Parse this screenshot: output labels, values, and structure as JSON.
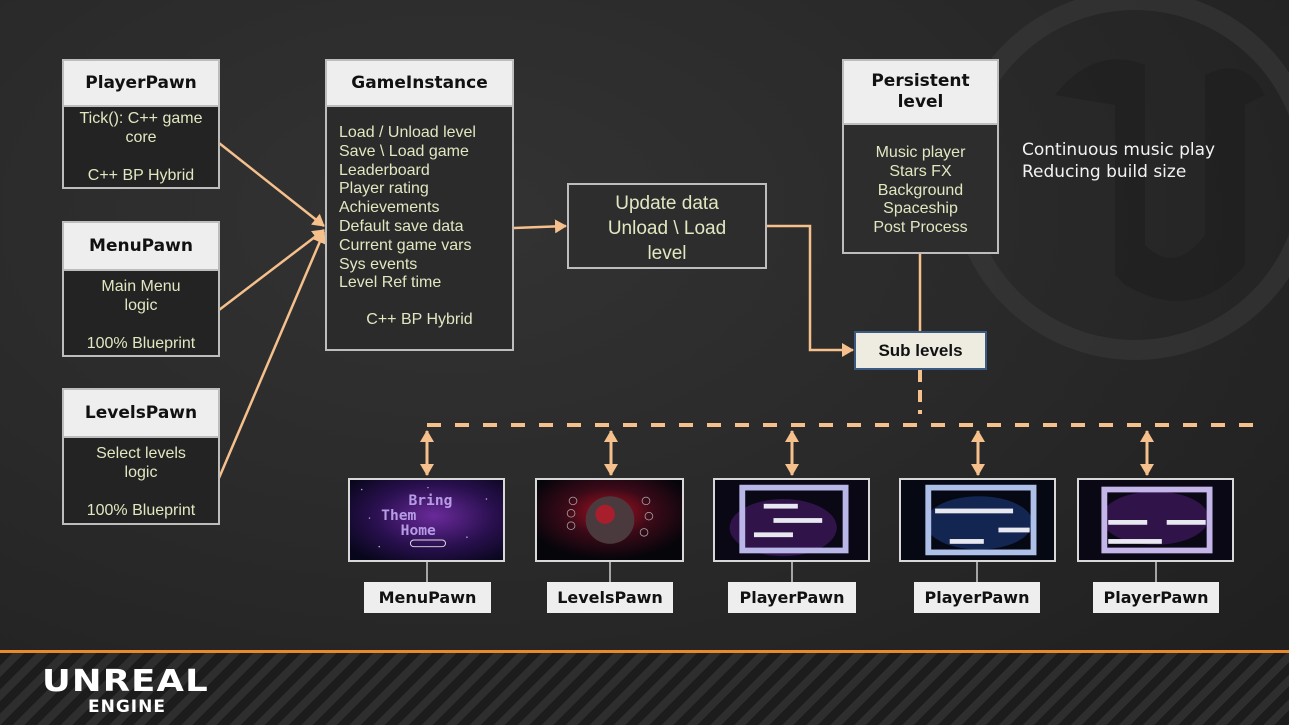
{
  "diagram": {
    "left_pawns": [
      {
        "title": "PlayerPawn",
        "lines": [
          "Tick(): C++ game",
          "core"
        ],
        "tag": "C++ BP Hybrid"
      },
      {
        "title": "MenuPawn",
        "lines": [
          "Main Menu",
          "logic"
        ],
        "tag": "100% Blueprint"
      },
      {
        "title": "LevelsPawn",
        "lines": [
          "Select levels",
          "logic"
        ],
        "tag": "100% Blueprint"
      }
    ],
    "game_instance": {
      "title": "GameInstance",
      "items": [
        "Load / Unload level",
        "Save \\ Load game",
        "Leaderboard",
        "Player rating",
        "Achievements",
        "Default save data",
        "Current game vars",
        "Sys events",
        "Level Ref time"
      ],
      "tag": "C++ BP Hybrid"
    },
    "update_box": {
      "lines": [
        "Update data",
        "Unload \\ Load",
        "level"
      ]
    },
    "persistent_level": {
      "title_lines": [
        "Persistent",
        "level"
      ],
      "items": [
        "Music player",
        "Stars FX",
        "Background",
        "Spaceship",
        "Post Process"
      ]
    },
    "side_note": {
      "lines": [
        "Continuous music play",
        "Reducing build size"
      ]
    },
    "sub_levels": {
      "label": "Sub levels"
    },
    "level_screens": [
      {
        "label": "MenuPawn",
        "screen": "main-menu-screenshot",
        "screen_text": [
          "Bring",
          "Them",
          "Home"
        ]
      },
      {
        "label": "LevelsPawn",
        "screen": "level-select-screenshot"
      },
      {
        "label": "PlayerPawn",
        "screen": "gameplay-level-screenshot"
      },
      {
        "label": "PlayerPawn",
        "screen": "gameplay-level-screenshot"
      },
      {
        "label": "PlayerPawn",
        "screen": "gameplay-level-screenshot"
      }
    ],
    "colors": {
      "connector": "#f5c08c",
      "accent_bar": "#e8892c",
      "box_text": "#dfe8c0"
    }
  },
  "footer": {
    "logo_line1": "UNREAL",
    "logo_line2": "ENGINE"
  }
}
